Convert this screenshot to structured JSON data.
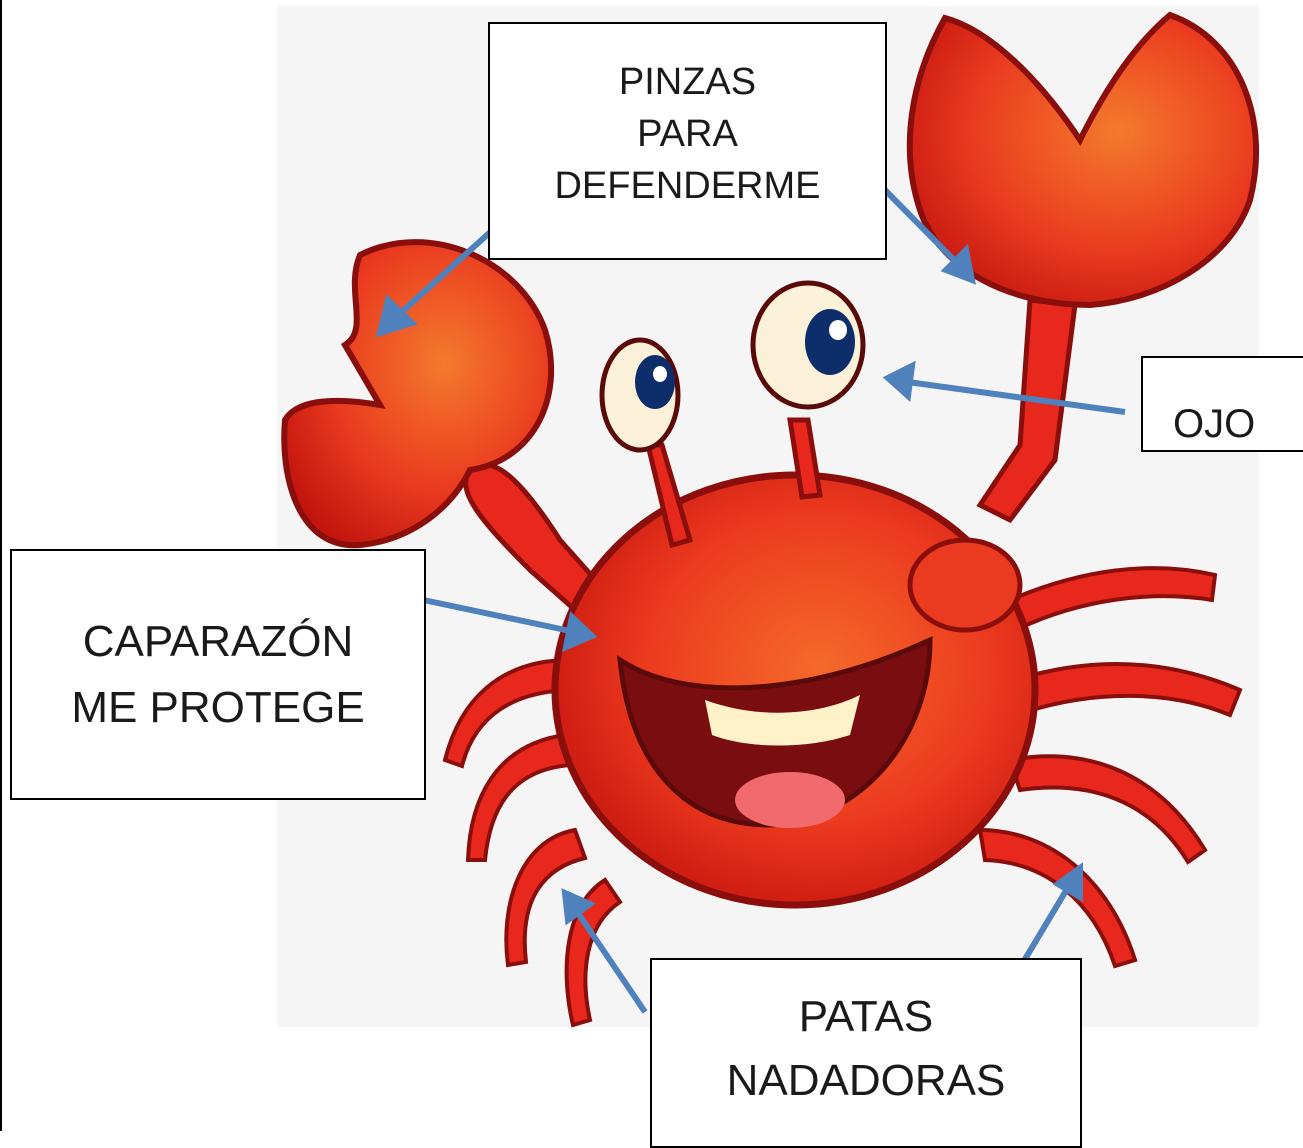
{
  "labels": {
    "pinzas": [
      "PINZAS",
      "PARA",
      "DEFENDERME"
    ],
    "ojo": "OJO",
    "caparazon": [
      "CAPARAZÓN",
      "ME PROTEGE"
    ],
    "patas": [
      "PATAS",
      "NADADORAS"
    ]
  },
  "colors": {
    "crab_body": "#e8281d",
    "crab_highlight": "#f46a2a",
    "crab_outline": "#8a0e0b",
    "eye_white": "#fbf1d8",
    "pupil": "#0d2d6b",
    "mouth": "#7a0d10",
    "tongue": "#f06a6e",
    "teeth": "#fff2c8",
    "arrow": "#4f81bd",
    "background": "#f5f5f5"
  }
}
